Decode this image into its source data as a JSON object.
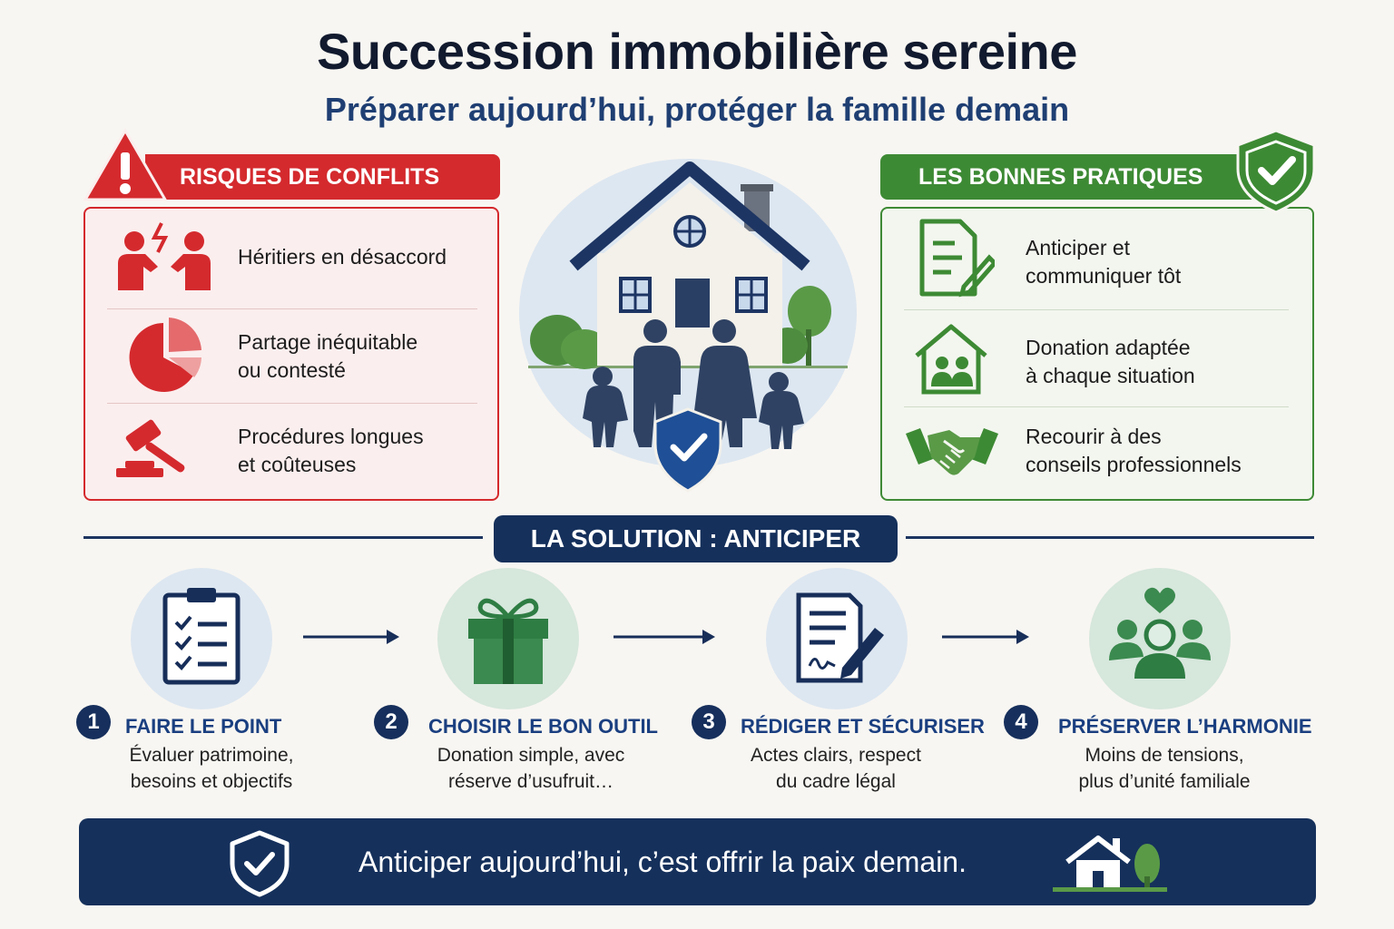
{
  "header": {
    "title": "Succession immobilière sereine",
    "subtitle": "Préparer aujourd’hui, protéger la famille demain"
  },
  "risks": {
    "label": "RISQUES DE CONFLITS",
    "color": "#d42a2e",
    "items": [
      {
        "icon": "heirs-conflict-icon",
        "line1": "Héritiers en désaccord",
        "line2": ""
      },
      {
        "icon": "pie-chart-icon",
        "line1": "Partage inéquitable",
        "line2": "ou contesté"
      },
      {
        "icon": "gavel-icon",
        "line1": "Procédures longues",
        "line2": "et coûteuses"
      }
    ]
  },
  "good_practices": {
    "label": "LES BONNES PRATIQUES",
    "color": "#3d8a34",
    "items": [
      {
        "icon": "document-pen-icon",
        "line1": "Anticiper et",
        "line2": "communiquer tôt"
      },
      {
        "icon": "house-family-icon",
        "line1": "Donation adaptée",
        "line2": "à chaque situation"
      },
      {
        "icon": "handshake-icon",
        "line1": "Recourir à des",
        "line2": "conseils professionnels"
      }
    ]
  },
  "solution": {
    "label": "LA SOLUTION : ANTICIPER",
    "steps": [
      {
        "number": "1",
        "icon": "clipboard-checklist-icon",
        "title": "FAIRE LE POINT",
        "line1": "Évaluer patrimoine,",
        "line2": "besoins et objectifs"
      },
      {
        "number": "2",
        "icon": "gift-icon",
        "title": "CHOISIR LE BON OUTIL",
        "line1": "Donation simple, avec",
        "line2": "réserve d’usufruit…"
      },
      {
        "number": "3",
        "icon": "signed-document-icon",
        "title": "RÉDIGER ET SÉCURISER",
        "line1": "Actes clairs, respect",
        "line2": "du cadre légal"
      },
      {
        "number": "4",
        "icon": "family-heart-icon",
        "title": "PRÉSERVER L’HARMONIE",
        "line1": "Moins de tensions,",
        "line2": "plus d’unité familiale"
      }
    ]
  },
  "footer": {
    "text": "Anticiper aujourd’hui,  c’est offrir la paix demain."
  },
  "colors": {
    "navy": "#15305b",
    "red": "#d42a2e",
    "green": "#3d8a34",
    "blue_title": "#1f3f73"
  }
}
